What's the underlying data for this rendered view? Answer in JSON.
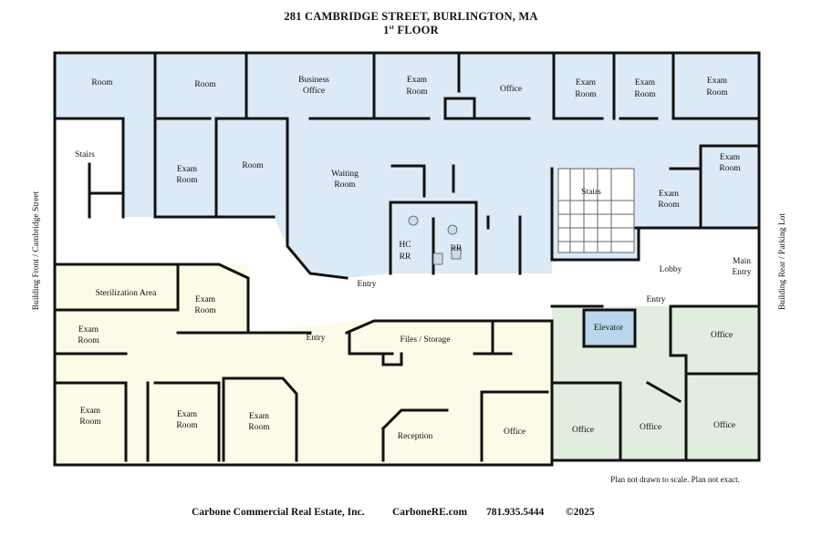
{
  "header": {
    "title": "281 CAMBRIDGE STREET, BURLINGTON, MA",
    "floor_num": "1",
    "floor_sup": "st",
    "floor_word": "FLOOR"
  },
  "side_labels": {
    "left": "Building Front / Cambridge Street",
    "right": "Building Rear / Parking Lot"
  },
  "zone_colors": {
    "blue": "#dce9f7",
    "yellow": "#fbfbe7",
    "green": "#e1eddf",
    "elevator": "#b9d6ec"
  },
  "rooms": {
    "r1": "Room",
    "r2": "Room",
    "business_1": "Business",
    "business_2": "Office",
    "exam_top_1a": "Exam",
    "exam_top_1b": "Room",
    "office_top": "Office",
    "exam_top_2a": "Exam",
    "exam_top_2b": "Room",
    "exam_top_3a": "Exam",
    "exam_top_3b": "Room",
    "exam_top_4a": "Exam",
    "exam_top_4b": "Room",
    "stairs_left": "Stairs",
    "exam_mid_a": "Exam",
    "exam_mid_b": "Room",
    "room_mid": "Room",
    "waiting_a": "Waiting",
    "waiting_b": "Room",
    "stairs_right": "Stairs",
    "exam_right_1a": "Exam",
    "exam_right_1b": "Room",
    "exam_right_2a": "Exam",
    "exam_right_2b": "Room",
    "hc_a": "HC",
    "hc_b": "RR",
    "rr": "RR",
    "lobby": "Lobby",
    "main_entry_a": "Main",
    "main_entry_b": "Entry",
    "entry_mid": "Entry",
    "entry_left": "Entry",
    "entry_right": "Entry",
    "sterilization": "Sterilization Area",
    "exam_y1a": "Exam",
    "exam_y1b": "Room",
    "exam_y2a": "Exam",
    "exam_y2b": "Room",
    "files": "Files / Storage",
    "elevator": "Elevator",
    "office_g1": "Office",
    "exam_y3a": "Exam",
    "exam_y3b": "Room",
    "exam_y4a": "Exam",
    "exam_y4b": "Room",
    "exam_y5a": "Exam",
    "exam_y5b": "Room",
    "reception": "Reception",
    "office_y": "Office",
    "office_g2": "Office",
    "office_g3": "Office",
    "office_g4": "Office"
  },
  "note": "Plan not drawn to scale.  Plan not exact.",
  "footer": {
    "company": "Carbone Commercial Real Estate, Inc.",
    "website": "CarboneRE.com",
    "phone": "781.935.5444",
    "copyright": "©2025"
  }
}
